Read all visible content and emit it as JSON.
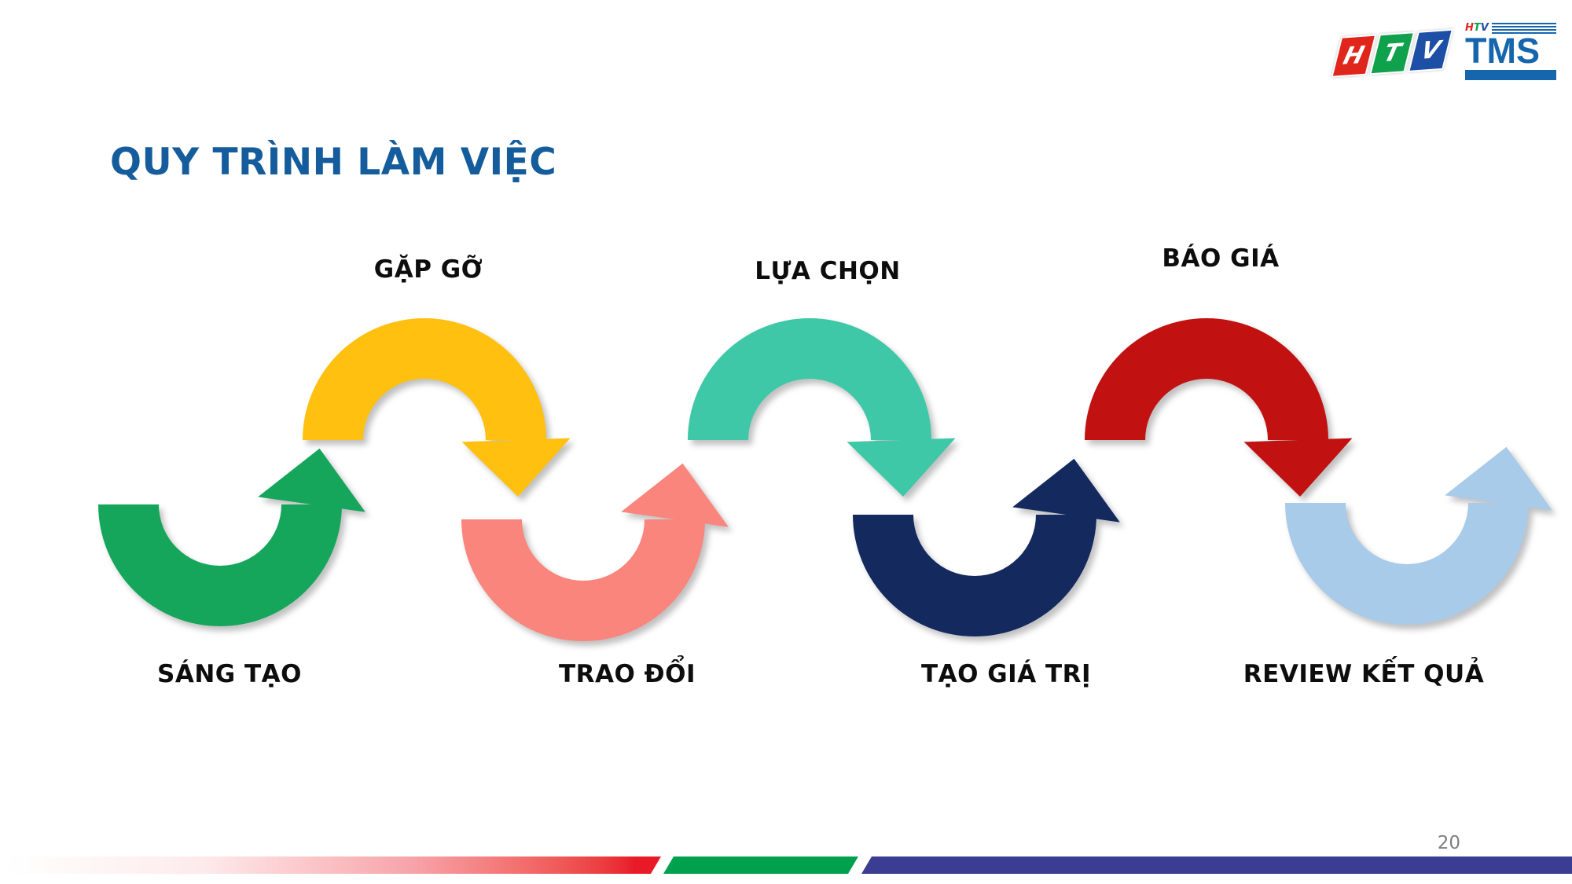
{
  "slide": {
    "title": "QUY TRÌNH LÀM VIỆC",
    "title_color": "#145C9B",
    "page_number": "20"
  },
  "logos": {
    "htv": {
      "letters": [
        "H",
        "T",
        "V"
      ],
      "colors": [
        "#E0261C",
        "#0FA14B",
        "#1C4FA5"
      ]
    },
    "tms": {
      "small_letters": [
        "H",
        "T",
        "V"
      ],
      "text": "TMS",
      "color": "#1666AE"
    }
  },
  "arrows": [
    {
      "label": "SÁNG TẠO",
      "color": "#16A65B",
      "direction": "up"
    },
    {
      "label": "GẶP GỠ",
      "color": "#FFC010",
      "direction": "down"
    },
    {
      "label": "TRAO ĐỔI",
      "color": "#F9857D",
      "direction": "up"
    },
    {
      "label": "LỰA CHỌN",
      "color": "#3EC8A8",
      "direction": "down"
    },
    {
      "label": "TẠO GIÁ TRỊ",
      "color": "#14295E",
      "direction": "up"
    },
    {
      "label": "BÁO GIÁ",
      "color": "#C11111",
      "direction": "down"
    },
    {
      "label": "REVIEW KẾT QUẢ",
      "color": "#A8CBE9",
      "direction": "up"
    }
  ],
  "footer": {
    "red_end": "#E81A28",
    "green": "#00A14E",
    "blue": "#3A3D92"
  }
}
